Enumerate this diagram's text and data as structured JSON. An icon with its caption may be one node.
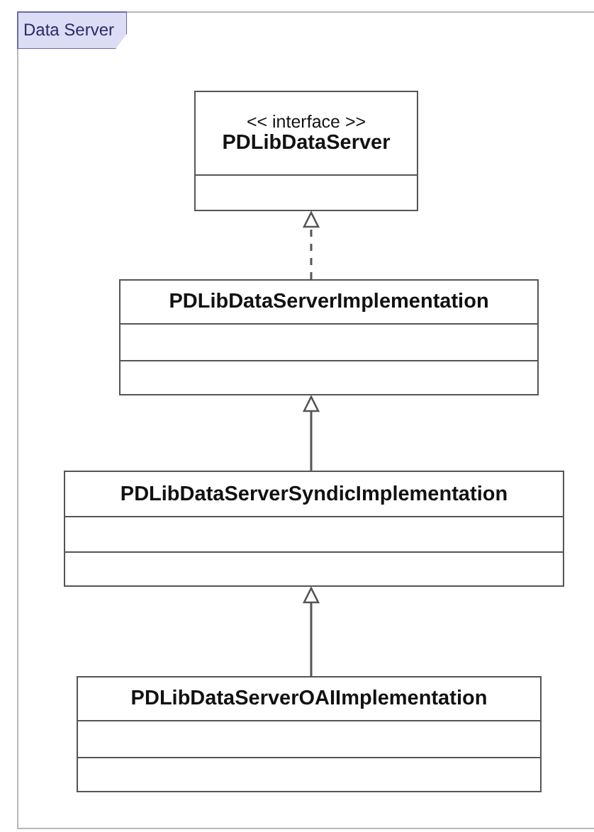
{
  "diagram": {
    "nodes": [
      {
        "text": [
          "Data Server"
        ]
      },
      {
        "text": [
          "<< interface >>",
          "PDLibDataServer"
        ],
        "in": 0
      },
      {
        "text": [
          "PDLibDataServerImplementation"
        ],
        "in": 0
      },
      {
        "text": [
          "PDLibDataServerSyndicImplementation"
        ],
        "in": 0
      },
      {
        "text": [
          "PDLibDataServerOAIImplementation"
        ],
        "in": 0
      }
    ],
    "edges": [
      {
        "from": 2,
        "to": 1,
        "arrow": "to",
        "style": "dashed"
      },
      {
        "from": 3,
        "to": 2,
        "arrow": "to"
      },
      {
        "from": 4,
        "to": 3,
        "arrow": "to"
      }
    ]
  }
}
